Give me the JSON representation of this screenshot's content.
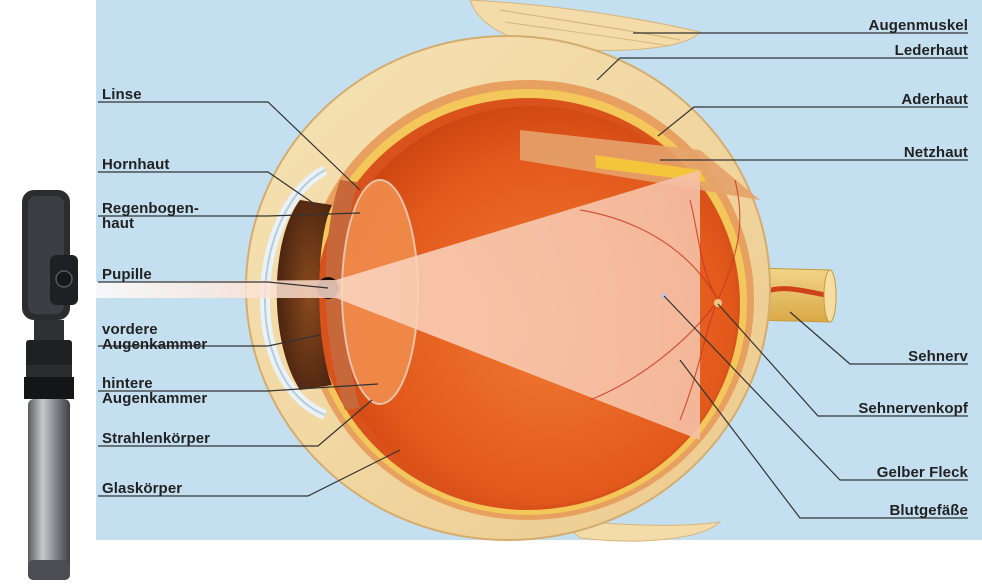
{
  "colors": {
    "background": "#c4dff0",
    "sclera": "#f1d9a4",
    "vitreous": "#e55a1e",
    "light_beam": "#f6c9b4",
    "leader_line": "#333333"
  },
  "labels": {
    "left": {
      "linse": "Linse",
      "hornhaut": "Hornhaut",
      "regenbogenhaut_1": "Regenbogen-",
      "regenbogenhaut_2": "haut",
      "pupille": "Pupille",
      "vordere_1": "vordere",
      "vordere_2": "Augenkammer",
      "hintere_1": "hintere",
      "hintere_2": "Augenkammer",
      "strahlenkoerper": "Strahlenkörper",
      "glaskoerper": "Glaskörper"
    },
    "right": {
      "augenmuskel": "Augenmuskel",
      "lederhaut": "Lederhaut",
      "aderhaut": "Aderhaut",
      "netzhaut": "Netzhaut",
      "sehnerv": "Sehnerv",
      "sehnervenkopf": "Sehnervenkopf",
      "gelber_fleck": "Gelber Fleck",
      "blutgefaesse": "Blutgefäße"
    }
  },
  "icons": {
    "instrument": "ophthalmoscope-icon"
  }
}
